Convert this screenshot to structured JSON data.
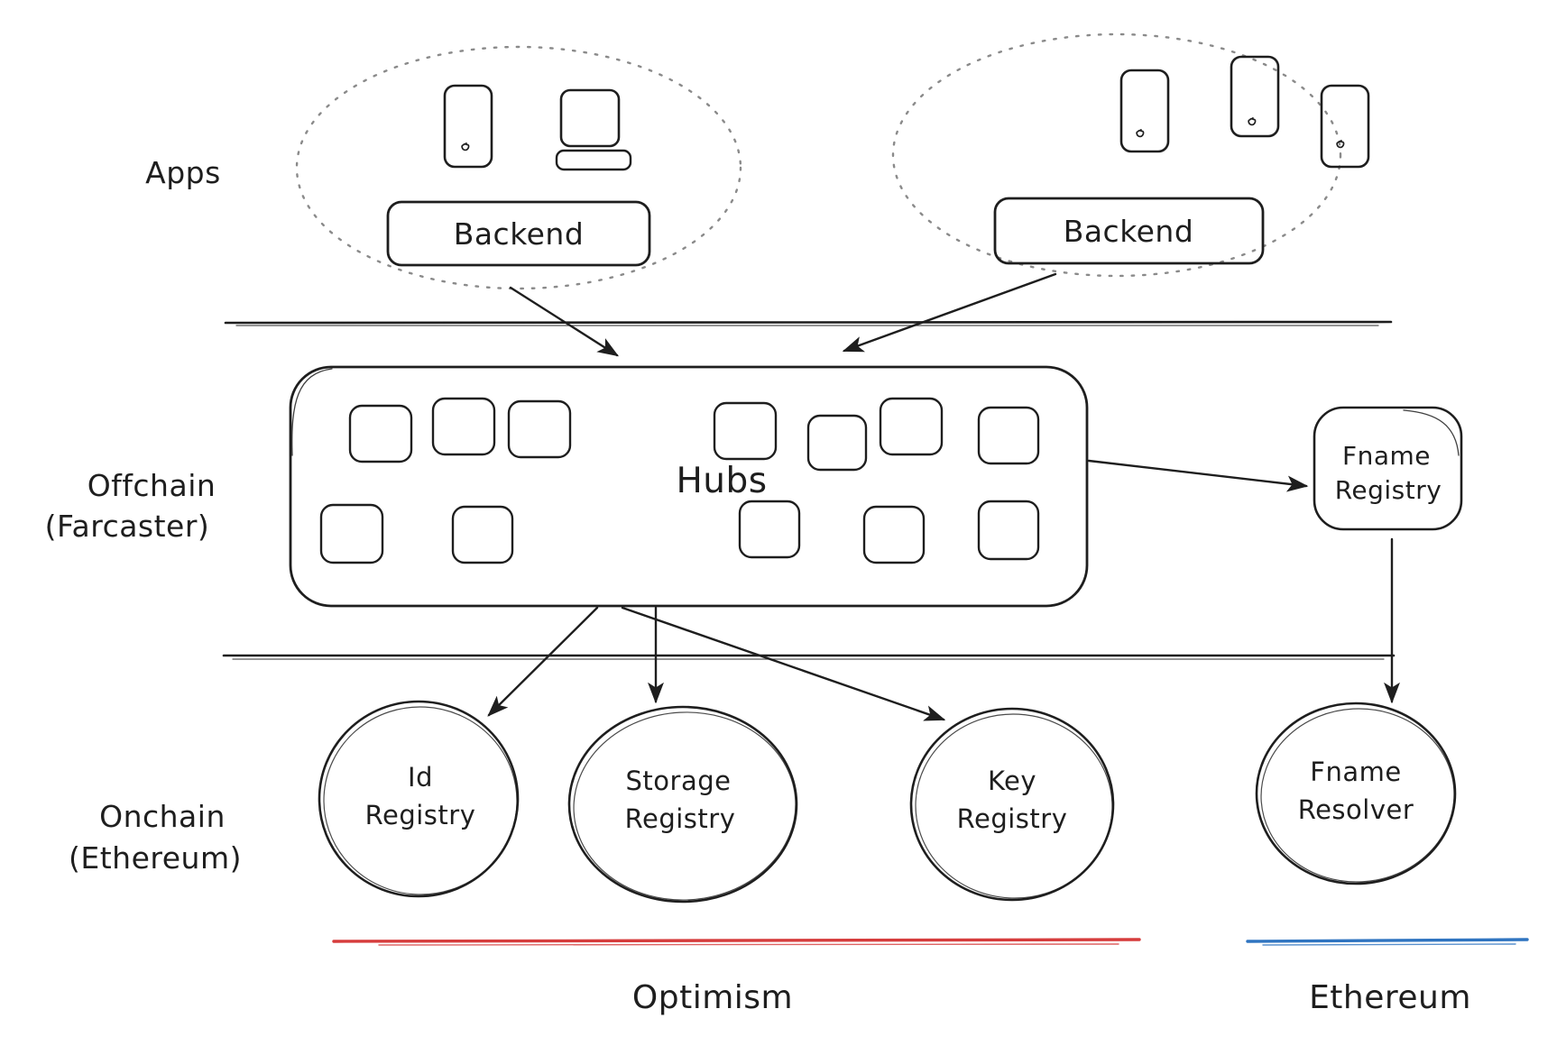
{
  "layers": {
    "apps": "Apps",
    "offchain_line1": "Offchain",
    "offchain_line2": "(Farcaster)",
    "onchain_line1": "Onchain",
    "onchain_line2": "(Ethereum)"
  },
  "apps": {
    "cluster1": {
      "backend_label": "Backend"
    },
    "cluster2": {
      "backend_label": "Backend"
    }
  },
  "offchain": {
    "hubs_label": "Hubs",
    "fname_registry": {
      "line1": "Fname",
      "line2": "Registry"
    }
  },
  "onchain": {
    "id_registry": {
      "line1": "Id",
      "line2": "Registry"
    },
    "storage_registry": {
      "line1": "Storage",
      "line2": "Registry"
    },
    "key_registry": {
      "line1": "Key",
      "line2": "Registry"
    },
    "fname_resolver": {
      "line1": "Fname",
      "line2": "Resolver"
    }
  },
  "chains": {
    "optimism": {
      "label": "Optimism",
      "color": "#d63c3c"
    },
    "ethereum": {
      "label": "Ethereum",
      "color": "#2f74c0"
    }
  }
}
